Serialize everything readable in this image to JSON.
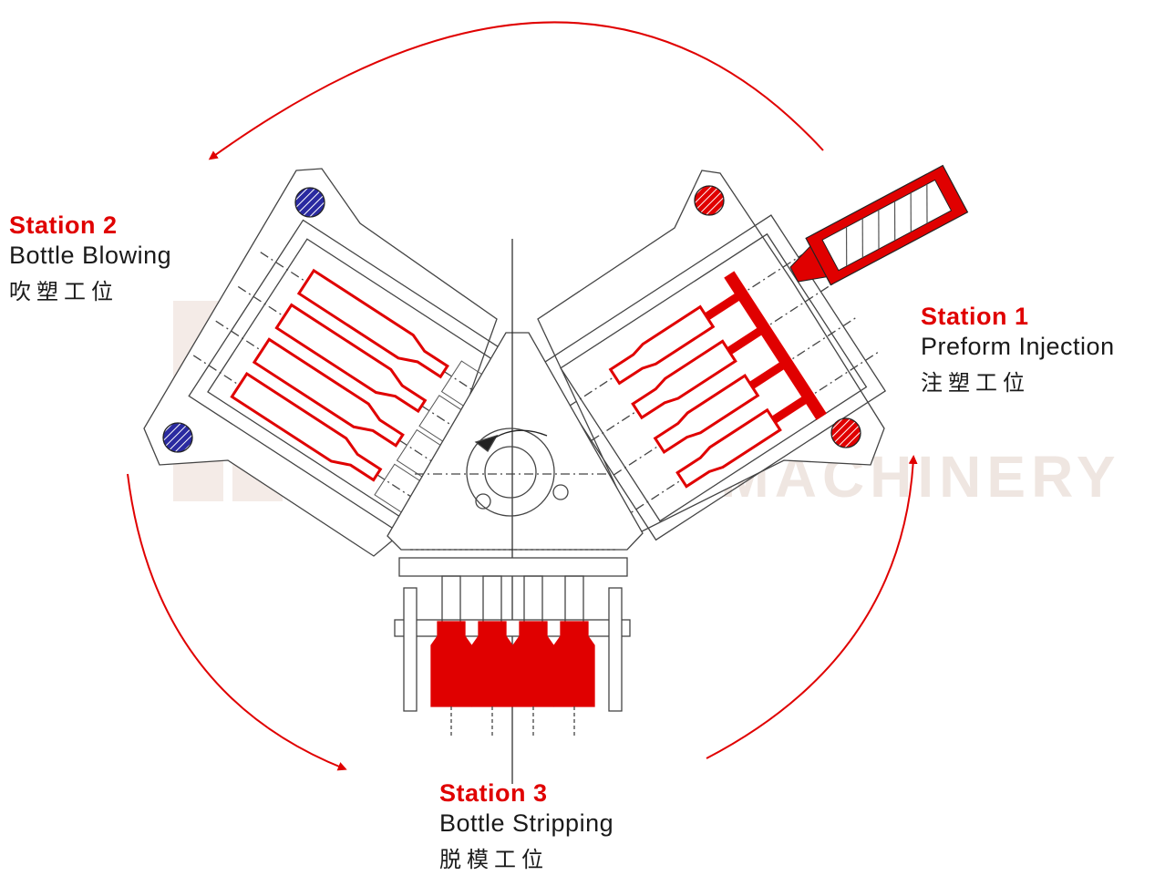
{
  "stations": [
    {
      "id": "station-2",
      "title": "Station 2",
      "name_en": "Bottle Blowing",
      "name_zh": "吹塑工位"
    },
    {
      "id": "station-1",
      "title": "Station 1",
      "name_en": "Preform Injection",
      "name_zh": "注塑工位"
    },
    {
      "id": "station-3",
      "title": "Station 3",
      "name_en": "Bottle Stripping",
      "name_zh": "脱模工位"
    }
  ],
  "watermark": {
    "text": "VICTOR MACHINERY"
  },
  "colors": {
    "accent": "#e00000",
    "line": "#444444",
    "blue_pin": "#2a2aa0",
    "red_pin": "#e00000",
    "watermark": "#e8d8d0"
  }
}
